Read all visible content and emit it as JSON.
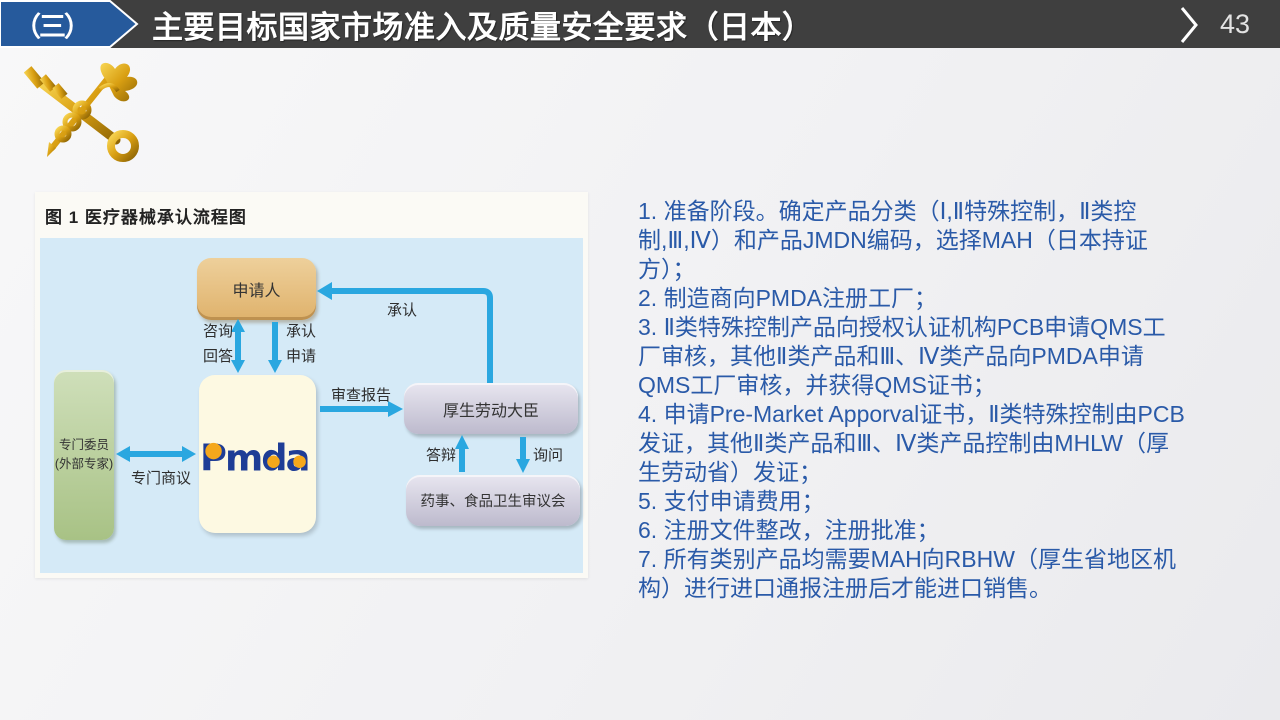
{
  "header": {
    "section_tag": "（三）",
    "title": "主要目标国家市场准入及质量安全要求（日本）",
    "page_number": "43",
    "bar_color": "#3f3f3f",
    "tab_color": "#265a9c"
  },
  "emblem_icon": "customs-golden-key-and-caduceus",
  "flowchart": {
    "figure_title": "图 1  医疗器械承认流程图",
    "nodes": {
      "applicant": "申请人",
      "pmda": "Pmda",
      "expert_line1": "专门委员",
      "expert_line2": "(外部专家)",
      "minister": "厚生劳动大臣",
      "council": "药事、食品卫生审议会"
    },
    "labels": {
      "consult": "咨询",
      "reply": "回答",
      "approval_small": "承认",
      "application": "申请",
      "approval_long": "承认",
      "review_report": "审查报告",
      "special_discussion": "专门商议",
      "defense": "答辩",
      "inquiry": "询问"
    },
    "colors": {
      "arrow": "#2aa7e0",
      "canvas": "#d5eaf7",
      "applicant_box": "#e8c184",
      "pmda_box": "#fdf9e2",
      "expert_box": "#bdd3a2",
      "gray_box": "#cfccdc",
      "pmda_blue": "#1e3d96",
      "pmda_orange": "#f5a81c"
    }
  },
  "main": {
    "text_color": "#2a5aa8",
    "steps": [
      "1. 准备阶段。确定产品分类（Ⅰ,Ⅱ特殊控制，Ⅱ类控制,Ⅲ,Ⅳ）和产品JMDN编码，选择MAH（日本持证方）；",
      "2. 制造商向PMDA注册工厂；",
      "3. Ⅱ类特殊控制产品向授权认证机构PCB申请QMS工厂审核，其他Ⅱ类产品和Ⅲ、Ⅳ类产品向PMDA申请QMS工厂审核，并获得QMS证书；",
      "4. 申请Pre-Market Apporval证书，Ⅱ类特殊控制由PCB发证，其他Ⅱ类产品和Ⅲ、Ⅳ类产品控制由MHLW（厚生劳动省）发证；",
      "5. 支付申请费用；",
      "6. 注册文件整改，注册批准；",
      "7. 所有类别产品均需要MAH向RBHW（厚生省地区机构）进行进口通报注册后才能进口销售。"
    ]
  }
}
